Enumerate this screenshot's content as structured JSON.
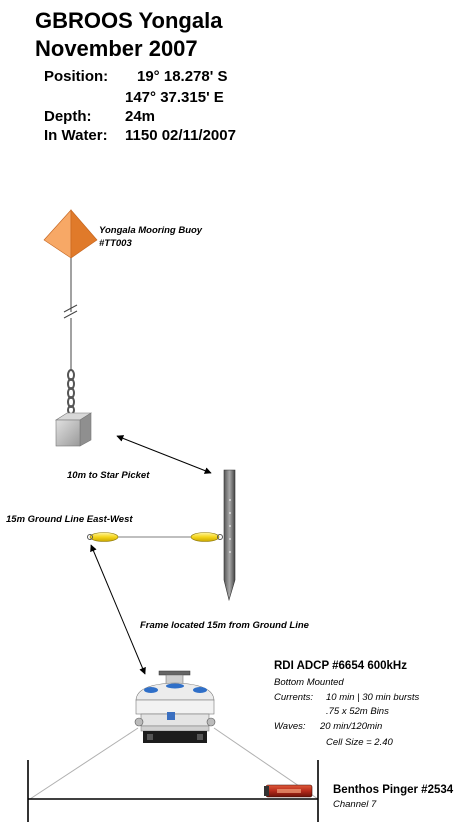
{
  "header": {
    "title_line1": "GBROOS Yongala",
    "title_line2": "November 2007",
    "position_label": "Position:",
    "position_lat": "19° 18.278' S",
    "position_lon": "147° 37.315' E",
    "depth_label": "Depth:",
    "depth_value": "24m",
    "inwater_label": "In Water:",
    "inwater_value": "1150 02/11/2007"
  },
  "buoy": {
    "name": "Yongala Mooring Buoy",
    "id": "#TT003",
    "color": "#f2933f"
  },
  "labels": {
    "star_picket": "10m to Star Picket",
    "ground_line": "15m Ground Line East-West",
    "frame_location": "Frame located 15m from Ground Line"
  },
  "adcp": {
    "title": "RDI ADCP #6654 600kHz",
    "mount": "Bottom Mounted",
    "currents_label": "Currents:",
    "currents_value": "10 min | 30 min bursts",
    "bins": ".75 x 52m Bins",
    "waves_label": "Waves:",
    "waves_value": "20 min/120min",
    "cell_size": "Cell Size = 2.40"
  },
  "pinger": {
    "title": "Benthos Pinger #2534",
    "channel": "Channel 7",
    "color": "#b52a1a"
  },
  "colors": {
    "float": "#f5d51b"
  }
}
